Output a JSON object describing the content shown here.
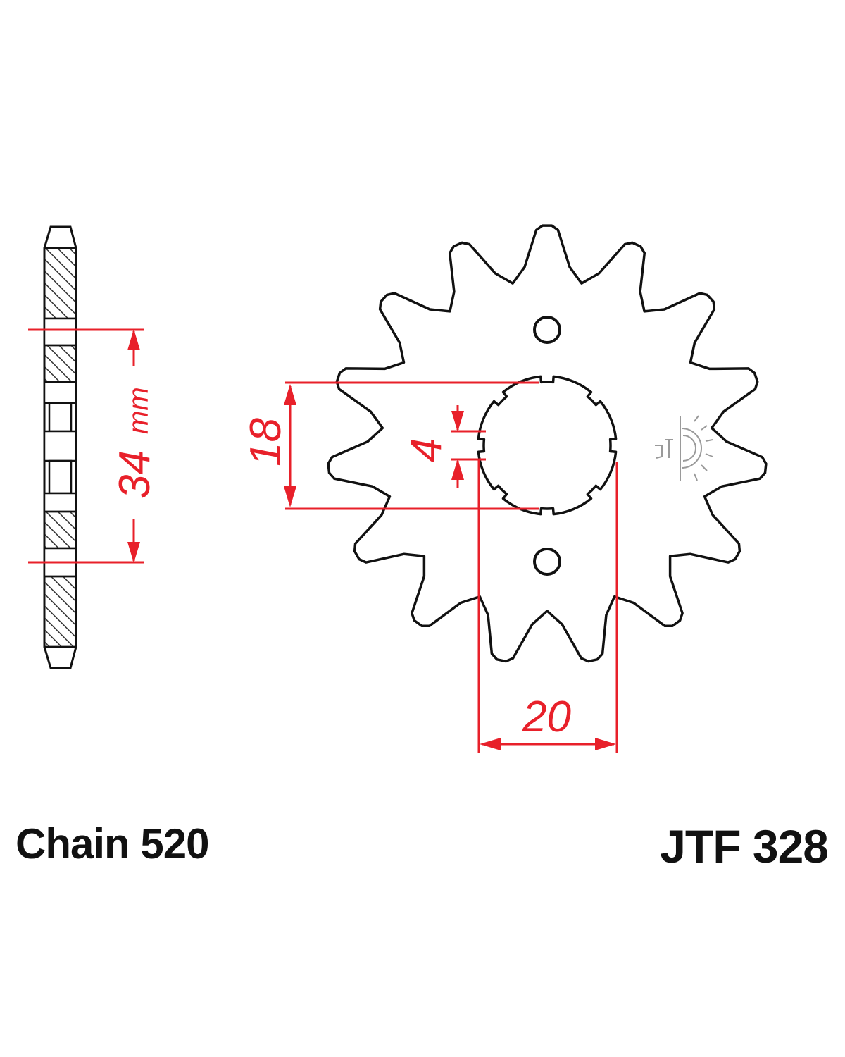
{
  "chain_label": "Chain 520",
  "part_number": "JTF 328",
  "dimensions": {
    "offset_value": "34",
    "offset_unit": "mm",
    "spline_major": "18",
    "spline_key": "4",
    "spline_width": "20"
  },
  "colors": {
    "outline": "#111111",
    "dimension": "#e8202a",
    "hatch": "#333333",
    "logo": "#9a9a9a"
  },
  "sprocket": {
    "teeth": 15,
    "mounting_holes": 2
  },
  "icons": {
    "logo": "jt-sun-logo-icon"
  }
}
